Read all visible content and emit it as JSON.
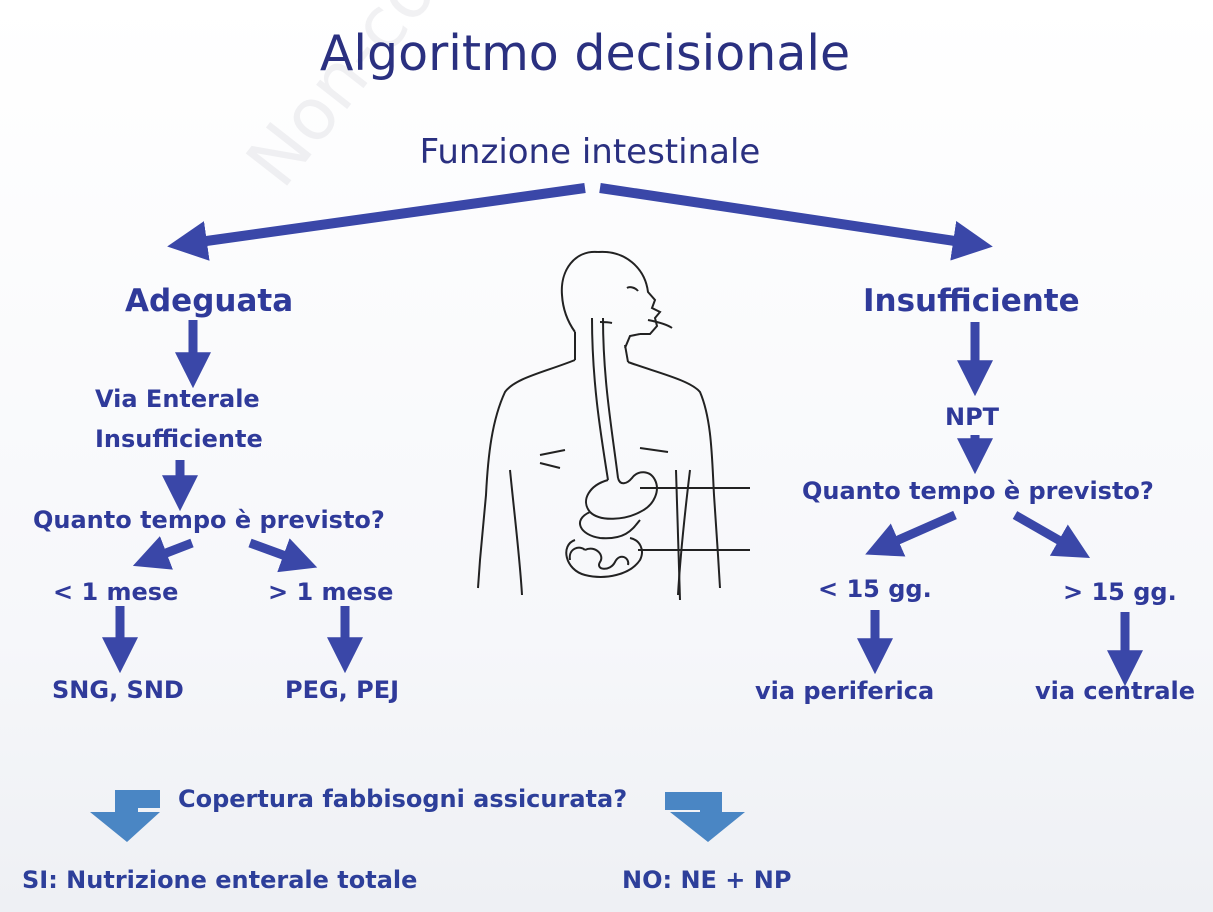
{
  "title": "Algoritmo decisionale",
  "subtitle": "Funzione intestinale",
  "watermark": "Non-commercial",
  "left": {
    "heading": "Adeguata",
    "step1_line1": "Via Enterale",
    "step1_line2": "Insufficiente",
    "question": "Quanto tempo è previsto?",
    "opt_a": "< 1 mese",
    "opt_b": "> 1 mese",
    "res_a": "SNG, SND",
    "res_b": "PEG, PEJ"
  },
  "right": {
    "heading": "Insufficiente",
    "step1": "NPT",
    "question": "Quanto tempo è previsto?",
    "opt_a": "< 15 gg.",
    "opt_b": "> 15 gg.",
    "res_a": "via periferica",
    "res_b": "via centrale"
  },
  "bottom": {
    "question": "Copertura fabbisogni assicurata?",
    "yes": "SI: Nutrizione enterale totale",
    "no": "NO: NE + NP"
  },
  "colors": {
    "text": "#2f3a9a",
    "arrow": "#3a47a8",
    "block_arrow": "#4a86c4",
    "illustration": "#222222"
  },
  "illustration": "human-digestive-system-outline"
}
